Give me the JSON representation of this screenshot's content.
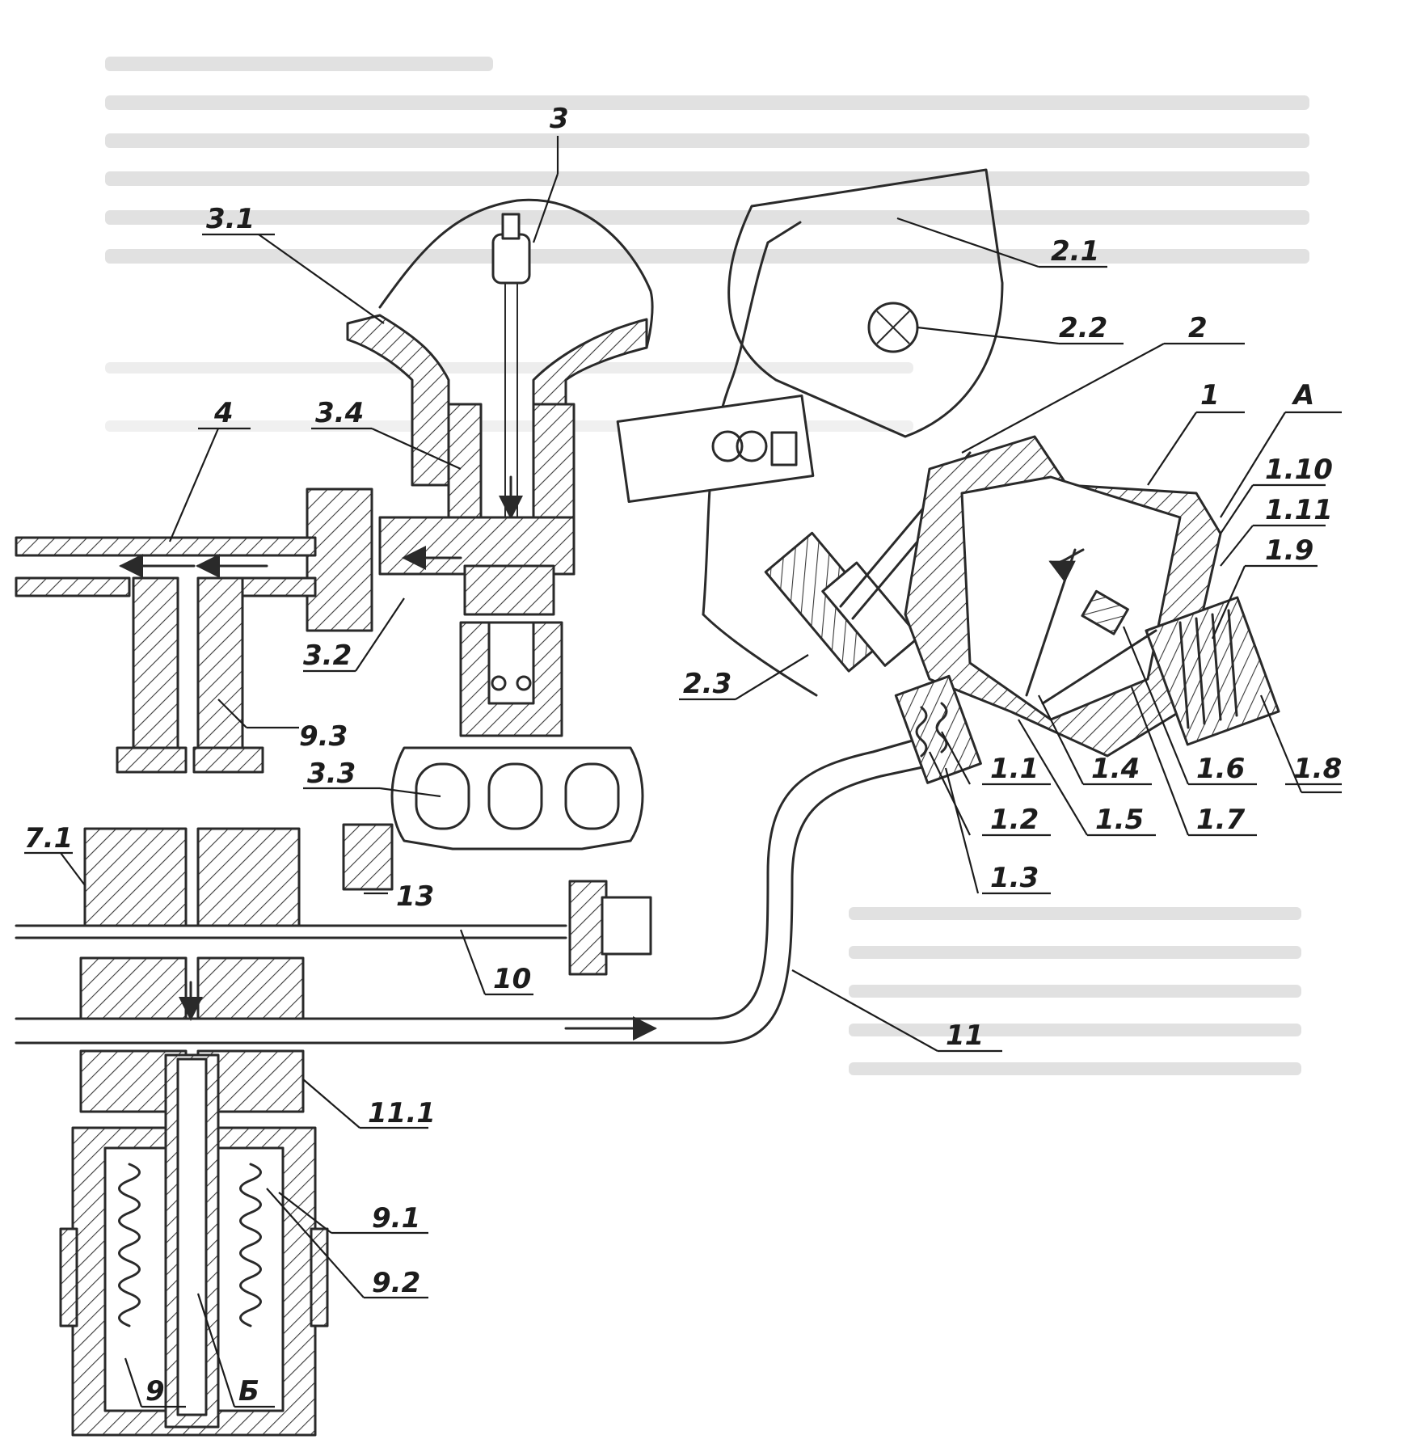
{
  "labels": {
    "l3": "3",
    "l3_1": "3.1",
    "l3_2": "3.2",
    "l3_3": "3.3",
    "l3_4": "3.4",
    "l4": "4",
    "l2": "2",
    "l2_1": "2.1",
    "l2_2": "2.2",
    "l2_3": "2.3",
    "l1": "1",
    "lA": "A",
    "l1_1": "1.1",
    "l1_2": "1.2",
    "l1_3": "1.3",
    "l1_4": "1.4",
    "l1_5": "1.5",
    "l1_6": "1.6",
    "l1_7": "1.7",
    "l1_8": "1.8",
    "l1_9": "1.9",
    "l1_10": "1.10",
    "l1_11": "1.11",
    "l7_1": "7.1",
    "l9": "9",
    "l9_1": "9.1",
    "l9_2": "9.2",
    "l9_3": "9.3",
    "l10": "10",
    "l11": "11",
    "l11_1": "11.1",
    "l13": "13",
    "lB": "Б"
  }
}
